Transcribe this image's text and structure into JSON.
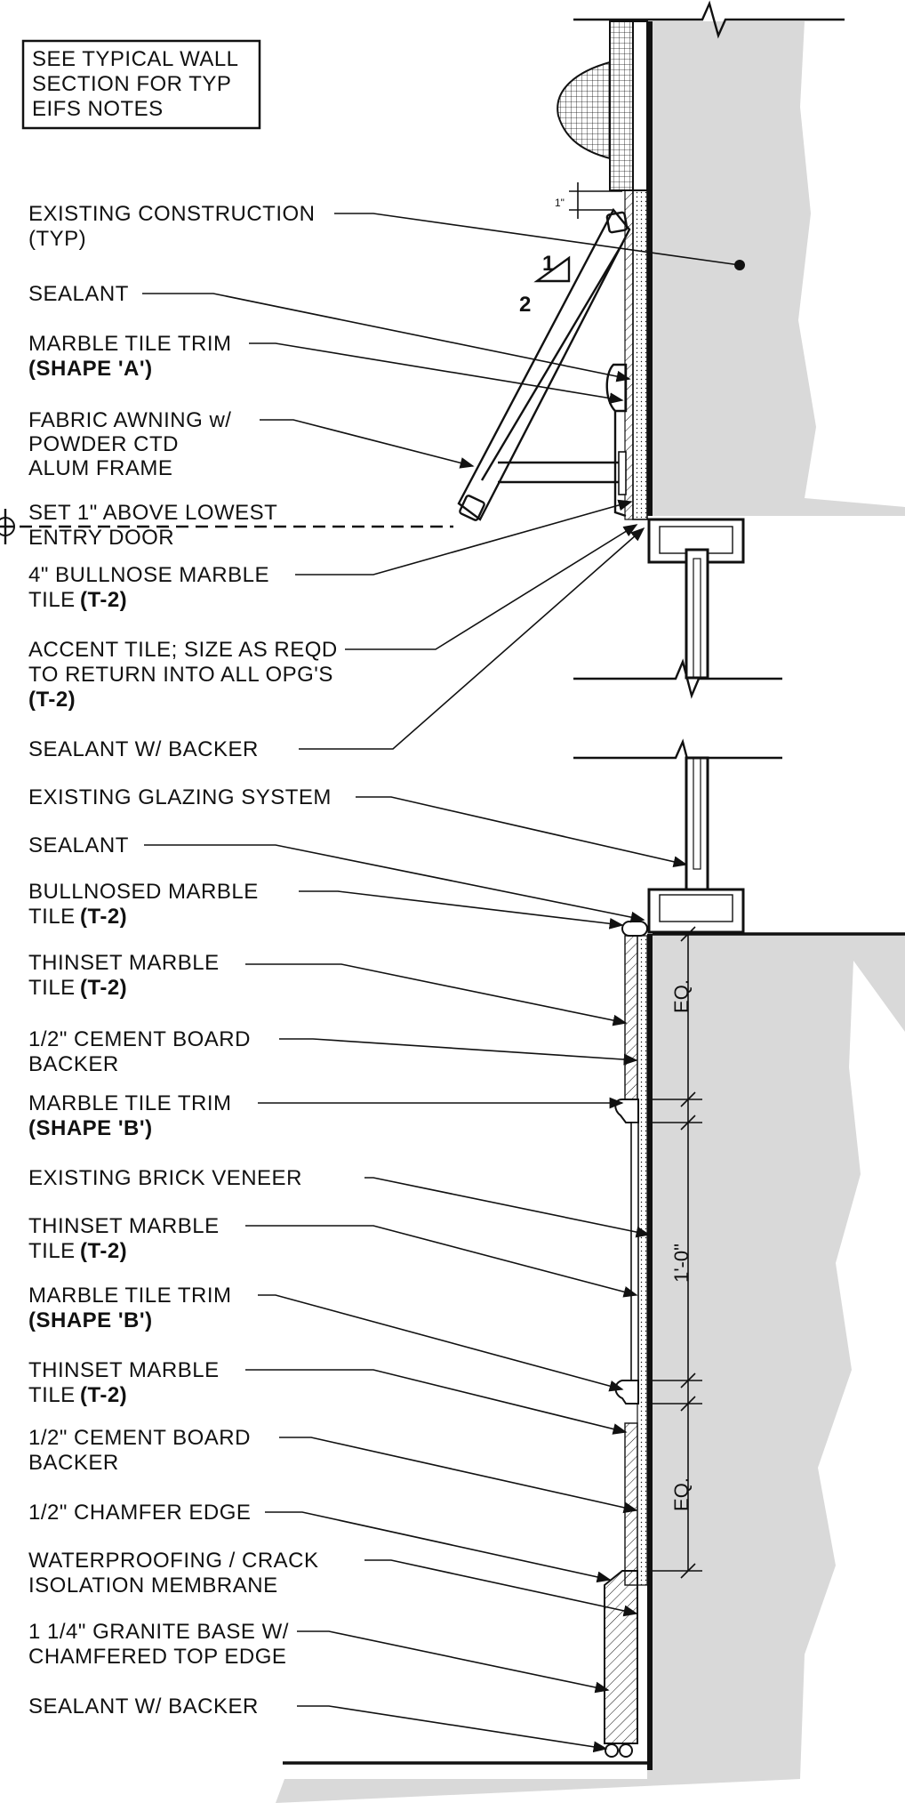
{
  "note_box": {
    "lines": [
      "SEE TYPICAL WALL",
      "SECTION FOR TYP",
      "EIFS NOTES"
    ]
  },
  "callouts": [
    {
      "id": "existing-construction",
      "lines": [
        "EXISTING CONSTRUCTION",
        "(TYP)"
      ],
      "bold_line": null
    },
    {
      "id": "sealant-upper",
      "lines": [
        "SEALANT"
      ],
      "bold_line": null
    },
    {
      "id": "marble-trim-a",
      "lines": [
        "MARBLE TILE TRIM"
      ],
      "bold_line": "(SHAPE 'A')"
    },
    {
      "id": "fabric-awning",
      "lines": [
        "FABRIC AWNING w/",
        "POWDER CTD",
        "ALUM FRAME"
      ],
      "bold_line": null
    },
    {
      "id": "set-above-door",
      "lines": [
        "SET 1\" ABOVE LOWEST",
        "ENTRY DOOR"
      ],
      "bold_line": null
    },
    {
      "id": "bullnose-4",
      "lines": [
        "4\" BULLNOSE MARBLE",
        "TILE"
      ],
      "bold_line": "(T-2)"
    },
    {
      "id": "accent-tile",
      "lines": [
        "ACCENT TILE; SIZE AS REQD",
        "TO RETURN INTO ALL OPG'S"
      ],
      "bold_line": "(T-2)"
    },
    {
      "id": "sealant-backer-upper",
      "lines": [
        "SEALANT W/ BACKER"
      ],
      "bold_line": null
    },
    {
      "id": "existing-glazing",
      "lines": [
        "EXISTING GLAZING SYSTEM"
      ],
      "bold_line": null
    },
    {
      "id": "sealant-lower",
      "lines": [
        "SEALANT"
      ],
      "bold_line": null
    },
    {
      "id": "bullnosed-marble",
      "lines": [
        "BULLNOSED MARBLE",
        "TILE"
      ],
      "bold_line": "(T-2)"
    },
    {
      "id": "thinset-1",
      "lines": [
        "THINSET MARBLE",
        "TILE"
      ],
      "bold_line": "(T-2)"
    },
    {
      "id": "cement-board-1",
      "lines": [
        "1/2\" CEMENT BOARD",
        "BACKER"
      ],
      "bold_line": null
    },
    {
      "id": "marble-trim-b1",
      "lines": [
        "MARBLE TILE TRIM"
      ],
      "bold_line": "(SHAPE 'B')"
    },
    {
      "id": "existing-brick",
      "lines": [
        "EXISTING BRICK VENEER"
      ],
      "bold_line": null
    },
    {
      "id": "thinset-2",
      "lines": [
        "THINSET MARBLE",
        "TILE"
      ],
      "bold_line": "(T-2)"
    },
    {
      "id": "marble-trim-b2",
      "lines": [
        "MARBLE TILE TRIM"
      ],
      "bold_line": "(SHAPE 'B')"
    },
    {
      "id": "thinset-3",
      "lines": [
        "THINSET MARBLE",
        "TILE"
      ],
      "bold_line": "(T-2)"
    },
    {
      "id": "cement-board-2",
      "lines": [
        "1/2\" CEMENT BOARD",
        "BACKER"
      ],
      "bold_line": null
    },
    {
      "id": "chamfer-edge",
      "lines": [
        "1/2\" CHAMFER EDGE"
      ],
      "bold_line": null
    },
    {
      "id": "waterproofing",
      "lines": [
        "WATERPROOFING / CRACK",
        "ISOLATION MEMBRANE"
      ],
      "bold_line": null
    },
    {
      "id": "granite-base",
      "lines": [
        "1 1/4\" GRANITE BASE W/",
        "CHAMFERED TOP EDGE"
      ],
      "bold_line": null
    },
    {
      "id": "sealant-backer-lower",
      "lines": [
        "SEALANT W/ BACKER"
      ],
      "bold_line": null
    }
  ],
  "slope": {
    "rise": "1",
    "run": "2"
  },
  "dimensions": {
    "top": "EQ.",
    "middle": "1'-0\"",
    "bottom": "EQ."
  },
  "small_dim": "1\"",
  "colors": {
    "ink": "#111111",
    "wall_fill": "#d9d9d9",
    "paper": "#ffffff"
  }
}
